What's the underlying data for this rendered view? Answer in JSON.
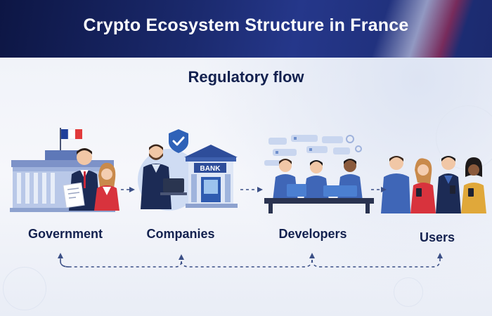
{
  "header": {
    "title": "Crypto Ecosystem Structure in France"
  },
  "subtitle": "Regulatory flow",
  "nodes": [
    {
      "label": "Government"
    },
    {
      "label": "Companies",
      "bank_sign": "BANK"
    },
    {
      "label": "Developers"
    },
    {
      "label": "Users"
    }
  ],
  "colors": {
    "banner": "#1b2a6e",
    "text": "#13214f",
    "accent": "#2f62b8",
    "arrow": "#3b4f86",
    "flag_blue": "#1f3f9a",
    "flag_red": "#e23b3b"
  }
}
